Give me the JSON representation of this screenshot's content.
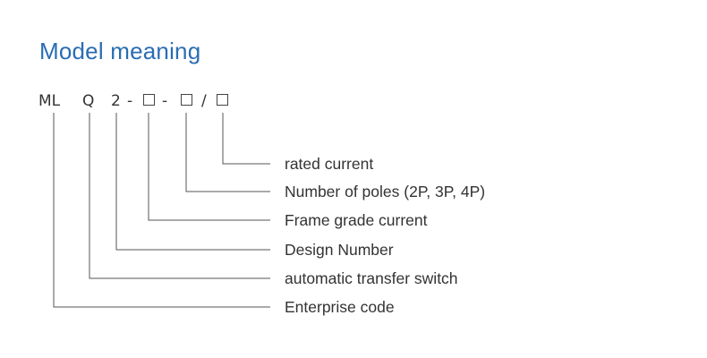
{
  "title": "Model meaning",
  "colors": {
    "title": "#2a6db3",
    "text": "#333333",
    "line": "#555555"
  },
  "model_code": {
    "parts": [
      "ML",
      "Q",
      "2",
      "-",
      "□",
      "-",
      "□",
      "/",
      "□"
    ]
  },
  "meanings": [
    "rated current",
    "Number of poles (2P, 3P, 4P)",
    "Frame grade current",
    "Design Number",
    "automatic transfer switch",
    "Enterprise code"
  ]
}
